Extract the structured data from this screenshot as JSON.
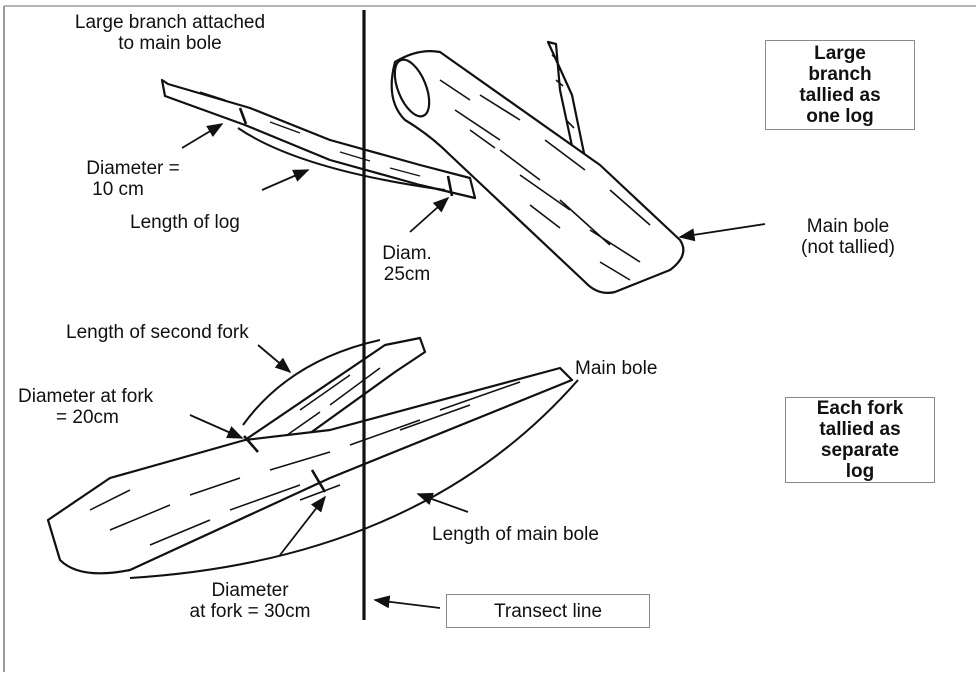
{
  "labels": {
    "large_branch_line1": "Large branch attached",
    "large_branch_line2": "to main bole",
    "diameter_top_line1": "Diameter =",
    "diameter_top_line2": "10 cm",
    "length_of_log": "Length of log",
    "diam_25_line1": "Diam.",
    "diam_25_line2": "25cm",
    "main_bole_top_line1": "Main bole",
    "main_bole_top_line2": "(not tallied)",
    "length_second_fork": "Length of second fork",
    "diameter_fork20_line1": "Diameter at fork",
    "diameter_fork20_line2": "= 20cm",
    "main_bole_bottom": "Main bole",
    "length_main_bole": "Length of main bole",
    "diameter_fork30_line1": "Diameter",
    "diameter_fork30_line2": "at fork = 30cm"
  },
  "boxes": {
    "top_line1": "Large",
    "top_line2": "branch",
    "top_line3": "tallied as",
    "top_line4": "one log",
    "bottom_line1": "Each fork",
    "bottom_line2": "tallied as",
    "bottom_line3": "separate",
    "bottom_line4": "log",
    "transect": "Transect line"
  },
  "colors": {
    "ink": "#111111",
    "frame": "#9a9a9a",
    "box_border": "#8a8a8a"
  }
}
